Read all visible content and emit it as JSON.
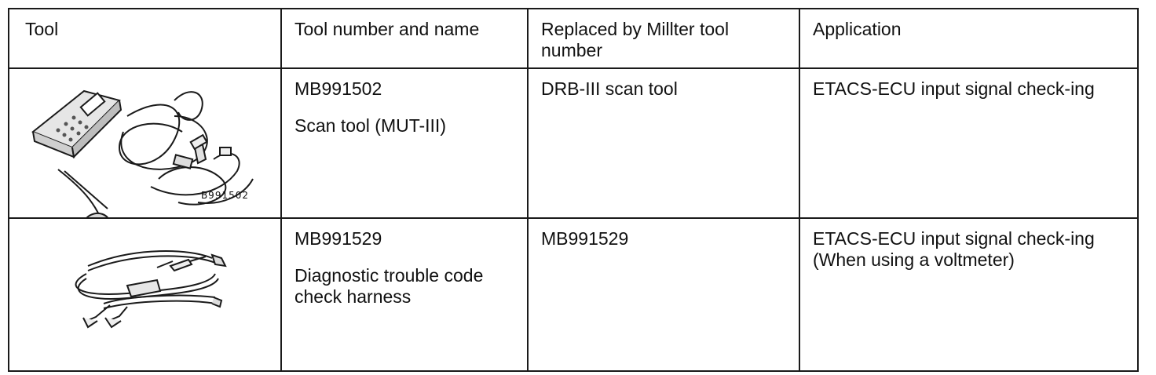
{
  "table": {
    "headers": [
      "Tool",
      "Tool number and name",
      "Replaced by Millter tool number",
      "Application"
    ],
    "rows": [
      {
        "tool_icon": "scan-tool-illustration",
        "tool_image_label": "B991502",
        "number": "MB991502",
        "name": "Scan tool (MUT-III)",
        "replaced_by": "DRB-III scan tool",
        "application": "ETACS-ECU input signal check-ing"
      },
      {
        "tool_icon": "harness-illustration",
        "tool_image_label": "",
        "number": "MB991529",
        "name": "Diagnostic trouble code check harness",
        "replaced_by": "MB991529",
        "application": "ETACS-ECU input signal check-ing (When using a voltmeter)"
      }
    ]
  }
}
